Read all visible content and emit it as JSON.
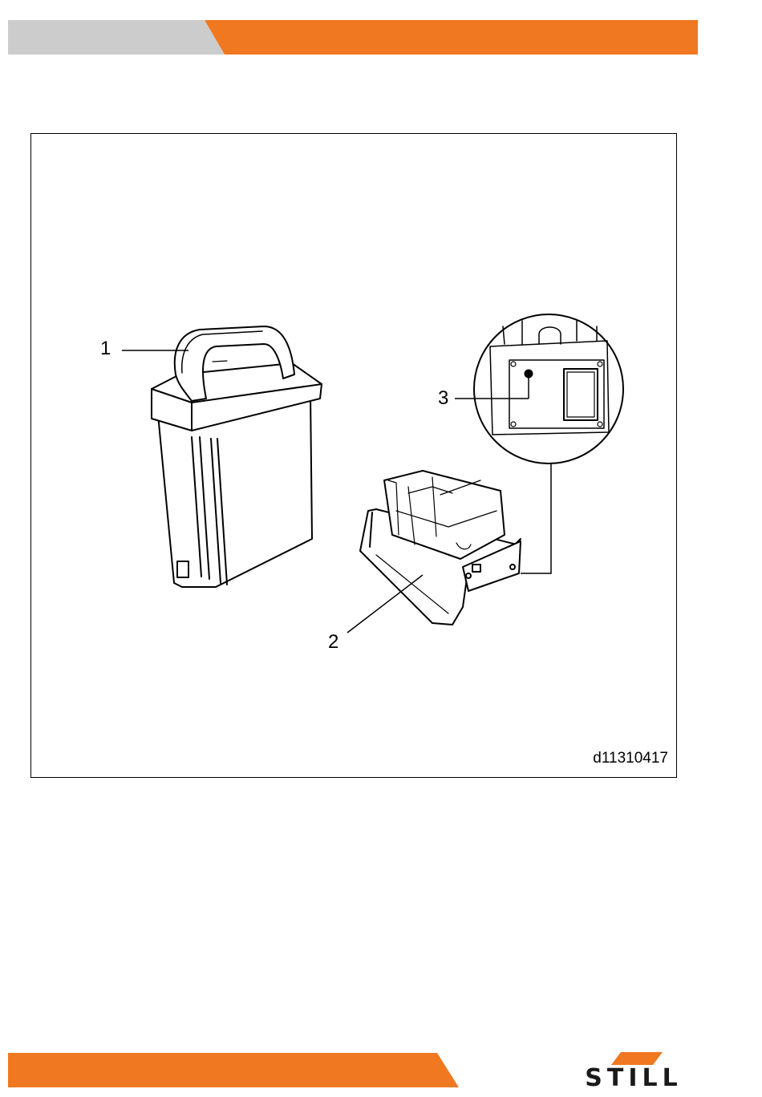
{
  "figure": {
    "callouts": [
      {
        "id": "callout-1",
        "label": "1"
      },
      {
        "id": "callout-2",
        "label": "2"
      },
      {
        "id": "callout-3",
        "label": "3"
      }
    ],
    "figure_id": "d11310417"
  },
  "brand": {
    "logo_text": "STILL",
    "accent_color": "#f07820",
    "gray_color": "#cccccc"
  }
}
